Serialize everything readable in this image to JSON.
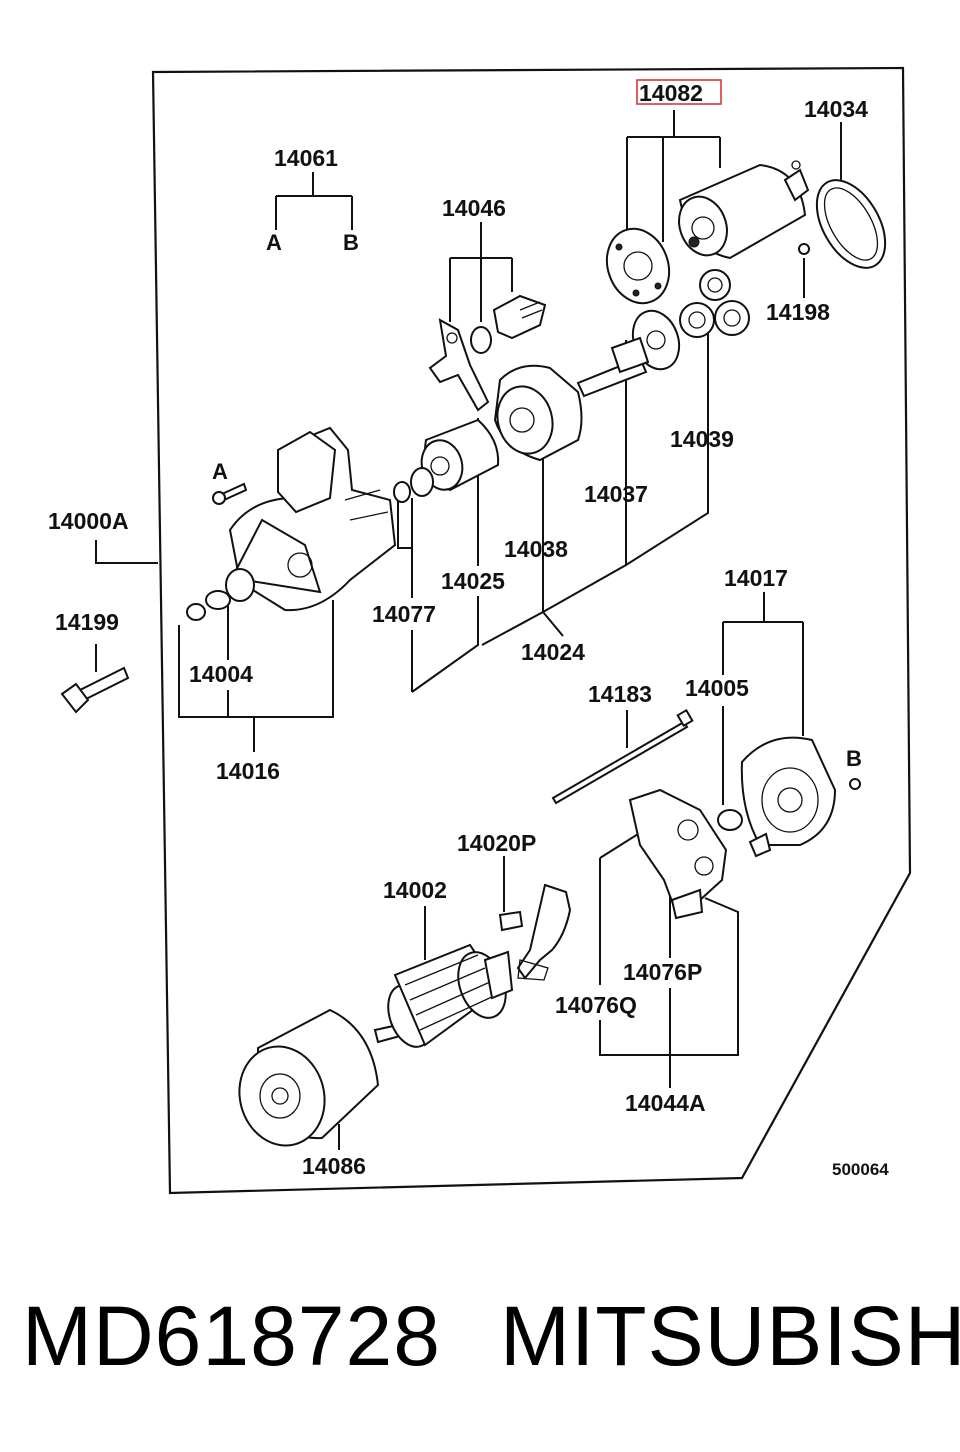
{
  "diagram": {
    "drawing_number": "500064",
    "highlight_color": "#d9373a",
    "labels": {
      "l14082": "14082",
      "l14034": "14034",
      "l14061": "14061",
      "lA_top": "A",
      "lB_top": "B",
      "l14046": "14046",
      "l14198": "14198",
      "l14039": "14039",
      "l14037": "14037",
      "l14038": "14038",
      "lA_screw": "A",
      "l14000A": "14000A",
      "l14025": "14025",
      "l14077": "14077",
      "l14024": "14024",
      "l14199": "14199",
      "l14004": "14004",
      "l14016": "14016",
      "l14017": "14017",
      "l14183": "14183",
      "l14005": "14005",
      "lB_screw": "B",
      "l14020P": "14020P",
      "l14002": "14002",
      "l14076P": "14076P",
      "l14076Q": "14076Q",
      "l14044A": "14044A",
      "l14086": "14086"
    },
    "icons": [
      "solenoid-icon",
      "gear-icon",
      "armature-icon",
      "yoke-icon",
      "brush-holder-icon",
      "bolt-icon",
      "screw-icon"
    ]
  },
  "footer": {
    "part_number": "MD618728",
    "brand": "MITSUBISHI"
  }
}
